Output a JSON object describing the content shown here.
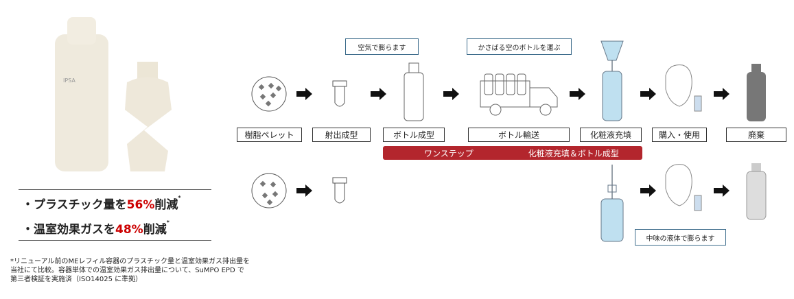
{
  "product": {
    "logo": "IPSA"
  },
  "claims": [
    {
      "prefix": "・プラスチック量を",
      "value": "56%",
      "suffix": "削減",
      "mark": "*"
    },
    {
      "prefix": "・温室効果ガスを",
      "value": "48%",
      "suffix": "削減",
      "mark": "*"
    }
  ],
  "footnote": "*リニューアル前のMEレフィル容器のプラスチック量と温室効果ガス排出量を当社にて比較。容器単体での温室効果ガス排出量について、SuMPO EPD で第三者検証を実施済（ISO14025 に準拠）",
  "steps": [
    "樹脂ペレット",
    "射出成型",
    "ボトル成型",
    "ボトル輸送",
    "化粧液充填",
    "購入・使用",
    "廃棄"
  ],
  "callouts": {
    "air": "空気で膨らます",
    "transport": "かさばる空のボトルを運ぶ",
    "liquid": "中味の液体で膨らます"
  },
  "one_step": {
    "left": "ワンステップ",
    "right": "化粧液充填＆ボトル成型"
  },
  "colors": {
    "accent": "#c00000",
    "bar": "#b3262d",
    "pellet": "#777777",
    "liquid": "#bfe0f0"
  }
}
